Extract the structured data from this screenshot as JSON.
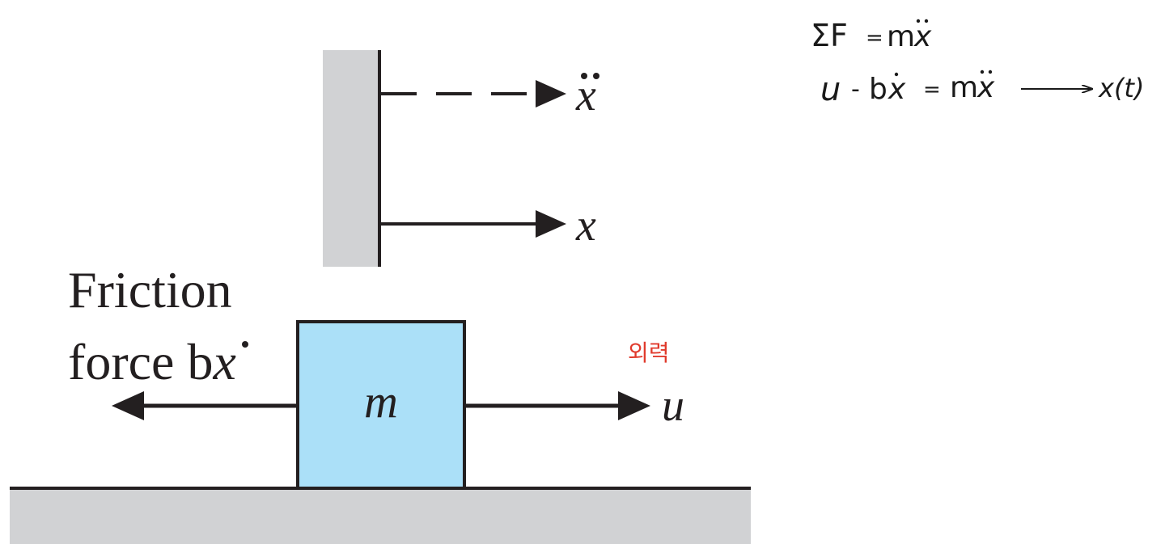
{
  "diagram": {
    "friction_label_line1": "Friction",
    "friction_label_line2": "force b",
    "friction_label_var": "x",
    "mass_label": "m",
    "input_label": "u",
    "position_label": "x",
    "acceleration_label": "x"
  },
  "notes": {
    "equation1_lhs": "ΣF",
    "equation1_eq": "=",
    "equation1_rhs": "m",
    "equation1_rhs_var": "x",
    "equation2_u": "u",
    "equation2_minus": "-",
    "equation2_b": "b",
    "equation2_x": "x",
    "equation2_eq": "=",
    "equation2_m": "m",
    "equation2_mx": "x",
    "equation2_result": "x(t)",
    "annotation_korean": "외력"
  },
  "colors": {
    "ground": "#d1d2d4",
    "wall": "#d1d2d4",
    "mass_fill": "#abe0f8",
    "ink": "#231f20",
    "annotation": "#e03a2c"
  }
}
